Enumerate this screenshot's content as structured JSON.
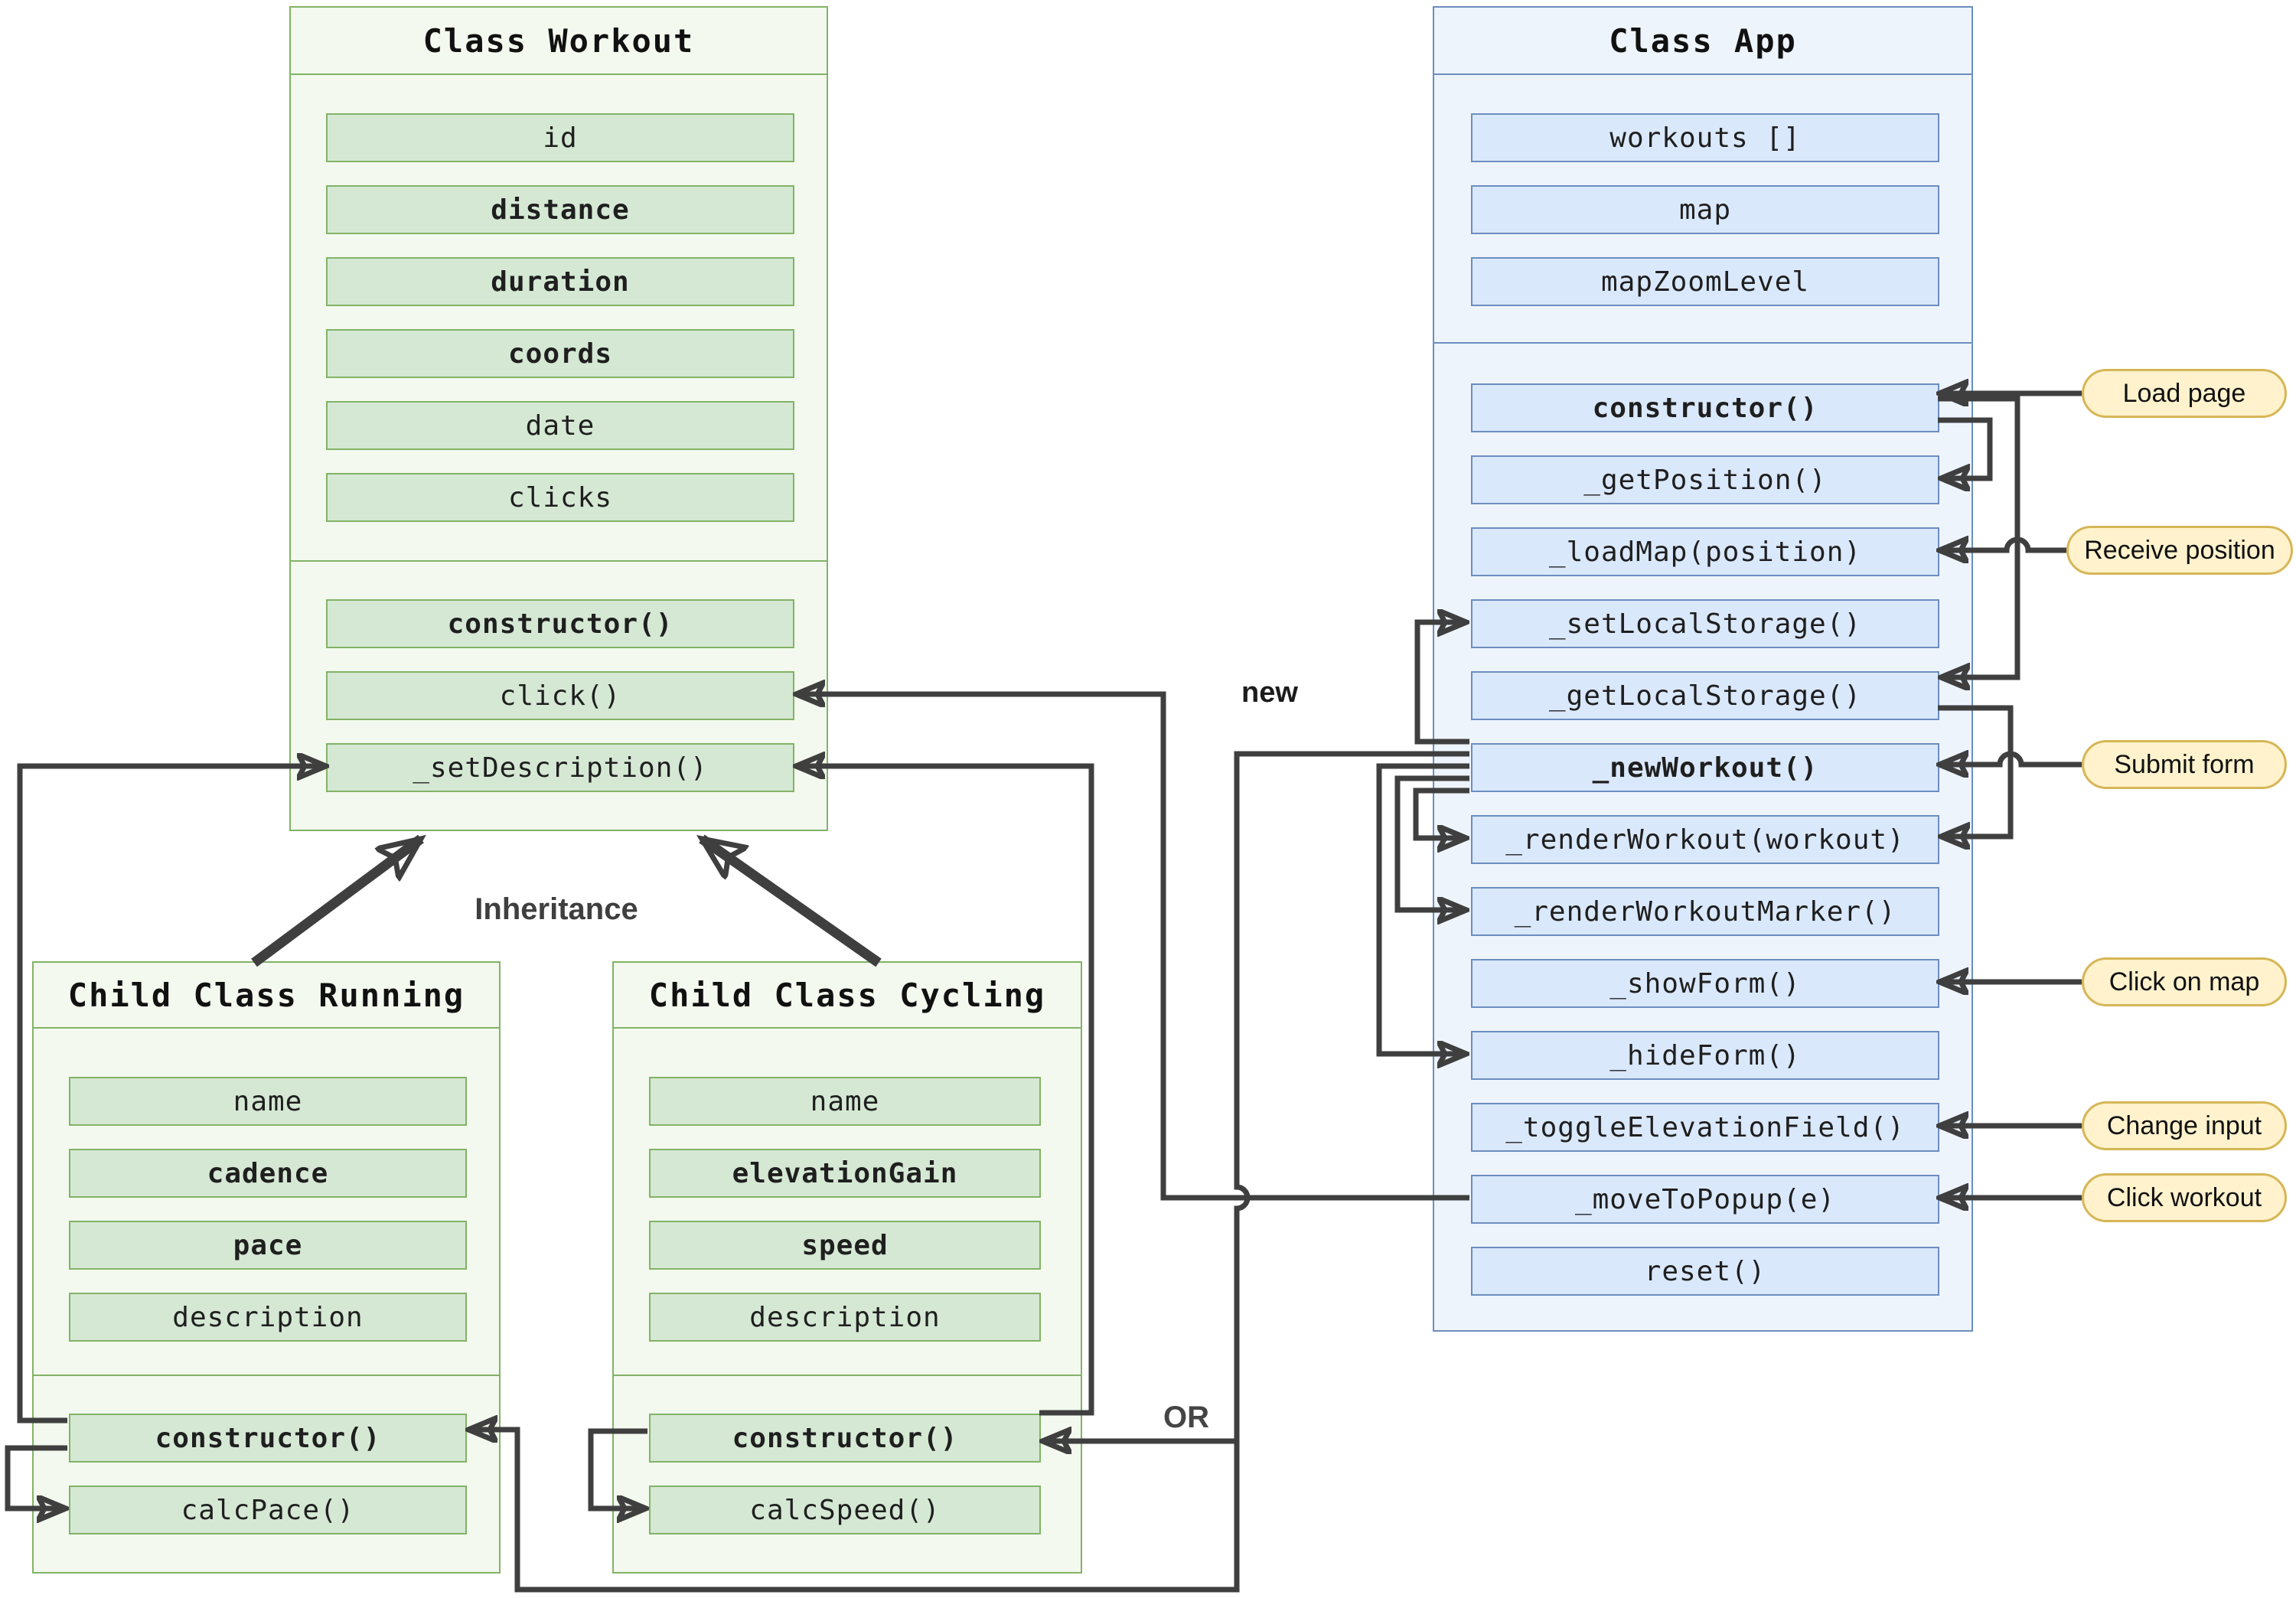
{
  "colors": {
    "green_section_fill": "#f3f9ee",
    "green_item_fill": "#d5e8d4",
    "green_border": "#82b366",
    "blue_section_fill": "#eef4fc",
    "blue_item_fill": "#dae8fc",
    "blue_border": "#6c8ebf",
    "bubble_fill": "#fff2cc",
    "bubble_border": "#d6b656",
    "connector": "#3f3f3f"
  },
  "classes": {
    "workout": {
      "title": "Class Workout",
      "fields": [
        {
          "label": "id",
          "bold": false
        },
        {
          "label": "distance",
          "bold": true
        },
        {
          "label": "duration",
          "bold": true
        },
        {
          "label": "coords",
          "bold": true
        },
        {
          "label": "date",
          "bold": false
        },
        {
          "label": "clicks",
          "bold": false
        }
      ],
      "methods": [
        {
          "label": "constructor()",
          "bold": true
        },
        {
          "label": "click()",
          "bold": false
        },
        {
          "label": "_setDescription()",
          "bold": false
        }
      ]
    },
    "running": {
      "title": "Child Class Running",
      "fields": [
        {
          "label": "name",
          "bold": false
        },
        {
          "label": "cadence",
          "bold": true
        },
        {
          "label": "pace",
          "bold": true
        },
        {
          "label": "description",
          "bold": false
        }
      ],
      "methods": [
        {
          "label": "constructor()",
          "bold": true
        },
        {
          "label": "calcPace()",
          "bold": false
        }
      ]
    },
    "cycling": {
      "title": "Child Class Cycling",
      "fields": [
        {
          "label": "name",
          "bold": false
        },
        {
          "label": "elevationGain",
          "bold": true
        },
        {
          "label": "speed",
          "bold": true
        },
        {
          "label": "description",
          "bold": false
        }
      ],
      "methods": [
        {
          "label": "constructor()",
          "bold": true
        },
        {
          "label": "calcSpeed()",
          "bold": false
        }
      ]
    },
    "app": {
      "title": "Class App",
      "fields": [
        {
          "label": "workouts []",
          "bold": false
        },
        {
          "label": "map",
          "bold": false
        },
        {
          "label": "mapZoomLevel",
          "bold": false
        }
      ],
      "methods": [
        {
          "label": "constructor()",
          "bold": true
        },
        {
          "label": "_getPosition()",
          "bold": false
        },
        {
          "label": "_loadMap(position)",
          "bold": false
        },
        {
          "label": "_setLocalStorage()",
          "bold": false
        },
        {
          "label": "_getLocalStorage()",
          "bold": false
        },
        {
          "label": "_newWorkout()",
          "bold": true
        },
        {
          "label": "_renderWorkout(workout)",
          "bold": false
        },
        {
          "label": "_renderWorkoutMarker()",
          "bold": false
        },
        {
          "label": "_showForm()",
          "bold": false
        },
        {
          "label": "_hideForm()",
          "bold": false
        },
        {
          "label": "_toggleElevationField()",
          "bold": false
        },
        {
          "label": "_moveToPopup(e)",
          "bold": false
        },
        {
          "label": "reset()",
          "bold": false
        }
      ]
    }
  },
  "labels": {
    "inheritance": "Inheritance",
    "new_keyword": "new",
    "or": "OR"
  },
  "event_bubbles": [
    "Load page",
    "Receive position",
    "Submit form",
    "Click on map",
    "Change input",
    "Click workout"
  ]
}
